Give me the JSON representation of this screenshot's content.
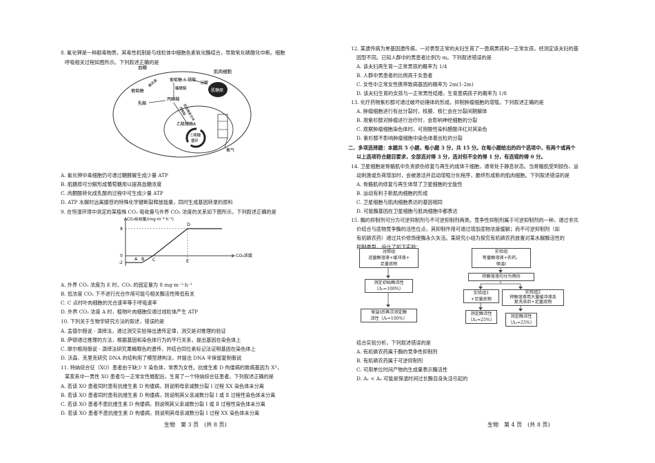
{
  "left": {
    "q8": {
      "stem1": "8. 氰化钾是一种剧毒物质，其毒性机制是与线粒体中细胞色素氧化酶结合，导致氧化磷酸化中断。细胞",
      "stem2": "呼吸相关过程如图所示。下列叙述正确的是",
      "fig": {
        "blood": "血糖",
        "muscle": "肌肉细胞",
        "glucose": "葡萄糖",
        "g6p": "葡萄糖-6-磷酸",
        "insulin": "胰岛素",
        "glycolysis": "糖酵解",
        "decompose": "分解",
        "glycogen": "肌糖原",
        "pyruvate": "丙酮酸",
        "lactate": "乳酸",
        "acetylcoa": "乙酰辅酶A",
        "tca1": "三羧酸",
        "tca2": "循环",
        "oxygen": "氧气",
        "diag1": "丙酮酸",
        "diag2": "脱氢酶复合体"
      },
      "options": [
        "A. 氰化钾中毒细胞仍可通过糖酵解生成少量 ATP",
        "B. 肌糖原可分解形成葡萄糖用以提高血糖浓度",
        "C. 丙酮酸转化成乳酸的过程中可生成少量 ATP",
        "D. ATP 水解时远离腺苷的特殊化学键断裂释放能量，同时生成基因转录的原料"
      ]
    },
    "q9": {
      "stem": "9. 在恒温环境中测定的某植株 CO₂ 吸收量与外界 CO₂ 浓度的关系如下图所示。下列叙述正确的是",
      "options": [
        "A. 外界 CO₂ 浓度为 E 时，CO₂ 的固定量为 8 mg·m⁻²·h⁻¹",
        "B. 低浓度 CO₂ 下不进行光合作用可能与相关酶活性降低有关",
        "C. C 点时叶肉细胞的光合速率等于呼吸速率",
        "D. 外界 CO₂ 浓度 A 时，植物叶肉细胞仅通过线粒体产生 ATP"
      ]
    },
    "q10": {
      "stem": "10. 下列关于生物学研究方法的叙述，错误的是",
      "options": [
        "A. 孟德尔假说 - 演绎法，通过测交实验得出遗传定律，测交是对推理的验证",
        "B. 萨顿通过推理的方法，根据基因和染色体行为的平行关系，提出基因在染色体上",
        "C. 摩尔根用假说 - 演绎法研究果蝇眼色的遗传，并结合同位素标记法证明基因在染色体上",
        "D. 沃森、克里克研究 DNA 的结构用了模型建构法，并提出 DNA 半保留复制假说"
      ]
    },
    "q11": {
      "stem1": "11. 特纳综合征（XO）患者由于缺少 Y 染色体，常表为女性。抗维生素 D 佝偻病的致病基因为 Xᴰ，",
      "stem2": "某家系中一男性 XO 患者与一正常女性婚配后，生育了一个特纳综合征患者。下列叙述正确的是",
      "options": [
        "A. 若该 XO 患者同时患有抗维生素 D 佝偻病，则说明母亲减数分裂 Ⅰ 过程 XX 染色体未分离",
        "B. 若该 XO 患者同时患有抗维生素 D 佝偻病，则说明其父亲减数分裂 Ⅰ 或 Ⅱ 过程性染色体未分离",
        "C. 若该 XO 患者不患抗维生素 D 佝偻病，则说明其父亲减数分裂 Ⅰ 或 Ⅱ 过程性染色体未分离",
        "D. 若该 XO 患者不患抗维生素 D 佝偻病，则说明其母亲减数分裂 Ⅰ 过程 XX 染色体未分离"
      ]
    },
    "footer": "生物　第 3 页　(共 8 页)"
  },
  "chart_data": {
    "type": "line",
    "title": "",
    "ylabel": "CO₂吸收量/(mg·m⁻²·h⁻¹)",
    "xlabel": "CO₂浓度",
    "y_ticks": [
      "8",
      "0",
      "-2"
    ],
    "points": [
      {
        "label": "",
        "x": 0,
        "y": -2
      },
      {
        "label": "A",
        "x": 0.7,
        "y": -2
      },
      {
        "label": "B",
        "x": 1.2,
        "y": -2
      },
      {
        "label": "C",
        "x": 2,
        "y": 0
      },
      {
        "label": "D",
        "x": 4.5,
        "y": 8
      }
    ],
    "plateau_end_x": 7,
    "x_marks": [
      {
        "label": "E",
        "x": 4.5
      }
    ],
    "ylim": [
      -3,
      10
    ],
    "xlim": [
      0,
      7.5
    ]
  },
  "right": {
    "q12": {
      "stem1": "12. 某遗传病为单基因遗传病，一对表型正常的夫妇生育了一患病男孩和一正常女孩，经测定该夫妇的基",
      "stem2": "因型不同。已知人群中的男患者比例为 m。下列叙述错误的是",
      "options": [
        "A. 该夫妇再生育一正常男孩的概率为 1/4",
        "B. 人群中男患者的比例高于女患者",
        "C. 女性中正常女性携带致病基因的概率为 2m(1-2m)",
        "D. 该夫妇生育的女孩与一正常男性结婚，生育患病孩子的概率为 1/8"
      ]
    },
    "q13": {
      "stem": "13. 化疗药物紫杉醇可通过破坏纺锤体的形成，抑制肿瘤细胞的增殖。下列叙述正确的是",
      "options": [
        "A. 肿瘤细胞进行有丝分裂时，核膜、核仁会在分裂间期解体",
        "B. 用紫杉醇对肿瘤进行治疗时，会影响神经细胞的分裂",
        "C. 观察肿瘤细胞染色体时，可用酸性染料醋酸洋红对其染色",
        "D. 紫杉醇不影响肿瘤细胞中染色体着丝粒的分裂"
      ]
    },
    "section": {
      "line1": "二、多项选择题：本题共 5 小题，每小题 3 分，共 15 分。在每小题给出的四个选项中，有两个或两个",
      "line2": "以上选项符合题目要求，全部选对得 3 分，选对但不全的得 1 分，有选错的得 0 分。"
    },
    "q14": {
      "stem1": "14. 卫星细胞是骨骼肌中负责损伤修复与再生的成体干细胞，通常处于静息状态。当骨骼肌受到损伤、运",
      "stem2": "动刺激或负荷增加时，会被激活并启动增殖分化程序，最终形成新的肌肉细胞。下列叙述错误的是",
      "options": [
        "A. 骨骼肌的修复与再生体现了卫星细胞的全能性",
        "B. 运动有利于新肌肉细胞的形成",
        "C. 卫星细胞与肌肉细胞表达的基因相同",
        "D. 可能酶基因在卫星细胞与肌肉细胞中都表达"
      ]
    },
    "q15": {
      "stem1": "15. 酶的抑制剂可分为可逆抑制剂与不可逆抑制剂两类。竞争性抑制剂属于可逆抑制剂的一种，通过非共",
      "stem2": "价结合与底物竞争酶的活性位点，其抑制作用可通过增加底物浓度缓解；而不可逆抑制剂（如",
      "stem3": "有机磷农药）通过共价修饰使酶永久失活。某研究小组为探究有机磷农药放置对某水解酶活性的",
      "stem4": "抑制类型，设计了如下实验：",
      "flow": {
        "ctrl1": "对照组",
        "ctrl2": "适量酶溶液+缓冲液+",
        "ctrl3": "足量底物",
        "exp1": "实验组",
        "exp2": "等量酶溶液+农药，",
        "exp3": "保温t",
        "split": "将酶溶液均分为两份",
        "m1a": "测定初始酶活性",
        "m1b": "（A₀=100%）",
        "m2a": "实验组1",
        "m2b": "+足量底物",
        "m3a": "实验组2",
        "m3b": "将酶溶液用大量缓冲液反",
        "m3c": "复洗涤后+足量底物",
        "b1a": "保温t后再次测定酶",
        "b1b": "活性（Aₜ=100%）",
        "b2a": "测定酶活性",
        "b2b": "（A₁=25%）",
        "b3a": "测定酶活性",
        "b3b": "（A₂=25%）"
      },
      "after": "结合实验分析，下列叙述错误的是",
      "options": [
        "A. 有机磷农药属于酶的竞争性抑制剂",
        "B. 有机磷农药属于可逆抑制剂",
        "C. 可用单位时间产物的生成量表示酶活性",
        "D. A₁ < A₀ 可能是保温时间过长酶自身失活引起的"
      ]
    },
    "footer": "生物　第 4 页　(共 8 页)"
  }
}
